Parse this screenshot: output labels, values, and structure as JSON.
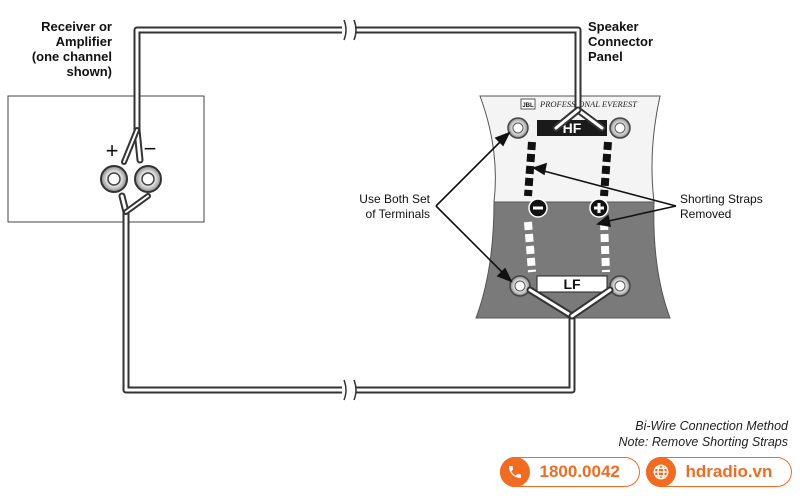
{
  "labels": {
    "receiver": [
      "Receiver or",
      "Amplifier",
      "(one channel",
      "shown)"
    ],
    "speaker": [
      "Speaker",
      "Connector",
      "Panel"
    ],
    "use_both": [
      "Use Both Set",
      "of Terminals"
    ],
    "shorting": [
      "Shorting Straps",
      "Removed"
    ],
    "plus": "+",
    "minus": "−"
  },
  "panel": {
    "brand_badge": "JBL",
    "brand_text": "PROFESSIONAL EVEREST",
    "hf": "HF",
    "lf": "LF"
  },
  "footer": {
    "line1": "Bi-Wire Connection Method",
    "line2": "Note: Remove Shorting Straps",
    "phone": "1800.0042",
    "website": "hdradio.vn"
  },
  "colors": {
    "accent": "#f26b21",
    "panel_gray": "#7a7a7a",
    "wire": "#3a3a3a"
  }
}
